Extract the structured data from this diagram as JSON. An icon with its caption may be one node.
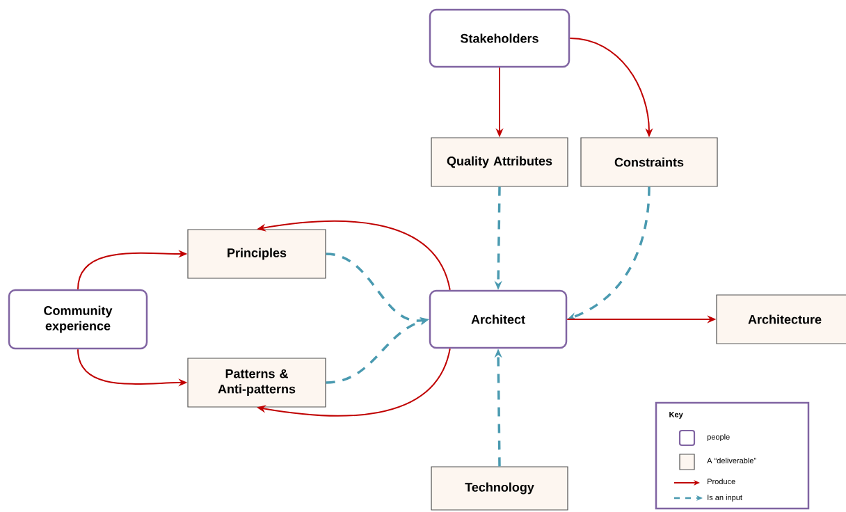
{
  "diagram": {
    "nodes": [
      {
        "text": [
          "Stakeholders"
        ]
      },
      {
        "text": [
          "Quality Attributes"
        ]
      },
      {
        "text": [
          "Constraints"
        ]
      },
      {
        "text": [
          "Principles"
        ]
      },
      {
        "text": [
          "Community experience"
        ]
      },
      {
        "text": [
          "Architect"
        ]
      },
      {
        "text": [
          "Architecture"
        ]
      },
      {
        "text": [
          "Patterns & Anti-patterns"
        ]
      },
      {
        "text": [
          "Technology"
        ]
      }
    ],
    "edges": [
      {
        "from": 0,
        "to": 1,
        "arrow": "to"
      },
      {
        "from": 0,
        "to": 2,
        "arrow": "to"
      },
      {
        "from": 1,
        "to": 5,
        "arrow": "to",
        "style": "dashed",
        "color": "#4a9ab0"
      },
      {
        "from": 2,
        "to": 5,
        "arrow": "to",
        "style": "dashed",
        "color": "#4a9ab0"
      },
      {
        "from": 3,
        "to": 5,
        "arrow": "to",
        "style": "dashed",
        "color": "#4a9ab0"
      },
      {
        "from": 7,
        "to": 5,
        "arrow": "to",
        "style": "dashed",
        "color": "#4a9ab0"
      },
      {
        "from": 8,
        "to": 5,
        "arrow": "to",
        "style": "dashed",
        "color": "#4a9ab0"
      },
      {
        "from": 4,
        "to": 3,
        "arrow": "to"
      },
      {
        "from": 4,
        "to": 7,
        "arrow": "to"
      },
      {
        "from": 5,
        "to": 3,
        "arrow": "to"
      },
      {
        "from": 5,
        "to": 7,
        "arrow": "to"
      },
      {
        "from": 5,
        "to": 6,
        "arrow": "to"
      }
    ],
    "labels": [
      "Key"
    ],
    "legend": [
      {
        "text": "people"
      },
      {
        "text": "A “deliverable”"
      },
      {
        "text": "Produce"
      },
      {
        "text": "Is an input"
      }
    ]
  }
}
